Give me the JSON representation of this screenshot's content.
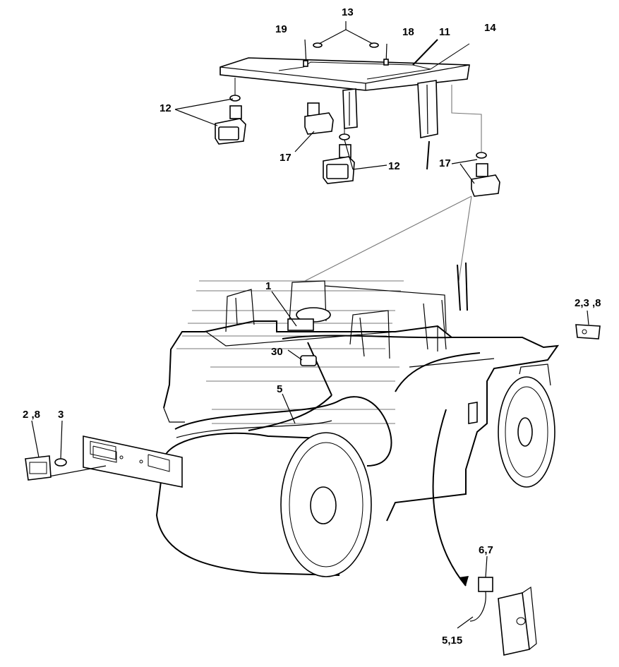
{
  "labels": {
    "l13": "13",
    "l19": "19",
    "l18": "18",
    "l11": "11",
    "l14": "14",
    "l12a": "12",
    "l17a": "17",
    "l12b": "12",
    "l17b": "17",
    "l1": "1",
    "l30": "30",
    "l5a": "5",
    "l238r": "2,3 ,8",
    "l28": "2 ,8",
    "l3": "3",
    "l67": "6,7",
    "l515": "5,15"
  }
}
